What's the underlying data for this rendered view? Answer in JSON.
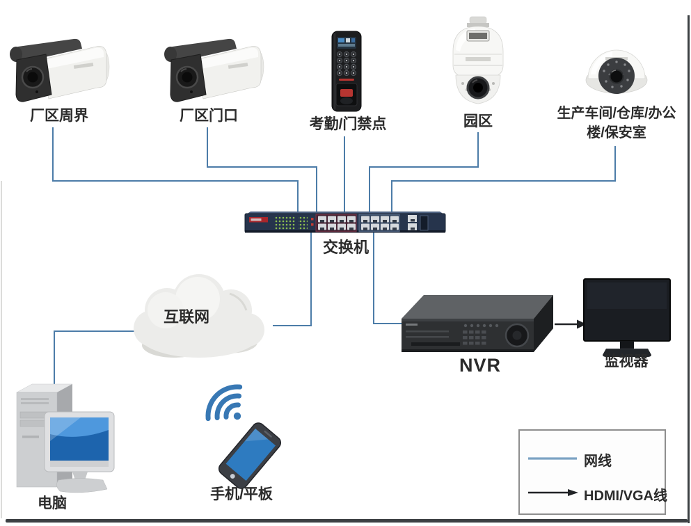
{
  "nodes": {
    "camera_perimeter": {
      "label": "厂区周界"
    },
    "camera_gate": {
      "label": "厂区门口"
    },
    "access_control": {
      "label": "考勤/门禁点"
    },
    "ptz_campus": {
      "label": "园区"
    },
    "dome_indoor": {
      "label_line1": "生产车间/仓库/办公",
      "label_line2": "楼/保安室"
    },
    "switch": {
      "label": "交换机"
    },
    "internet": {
      "label": "互联网"
    },
    "nvr": {
      "label": "NVR"
    },
    "monitor": {
      "label": "监视器"
    },
    "pc": {
      "label": "电脑"
    },
    "mobile": {
      "label": "手机/平板"
    }
  },
  "legend": {
    "items": [
      {
        "name": "network-cable",
        "label": "网线"
      },
      {
        "name": "hdmi-vga-cable",
        "label": "HDMI/VGA线"
      }
    ]
  },
  "colors": {
    "network_line": "#4c7ca8",
    "legend_network_line": "#7ca3c4",
    "hdmi_line": "#212326",
    "wifi": "#3878b4",
    "screen_blue": "#2e7bc0",
    "switch_body": "#26344c",
    "switch_logo_red": "#a8262b",
    "access_red_button": "#b63531"
  }
}
